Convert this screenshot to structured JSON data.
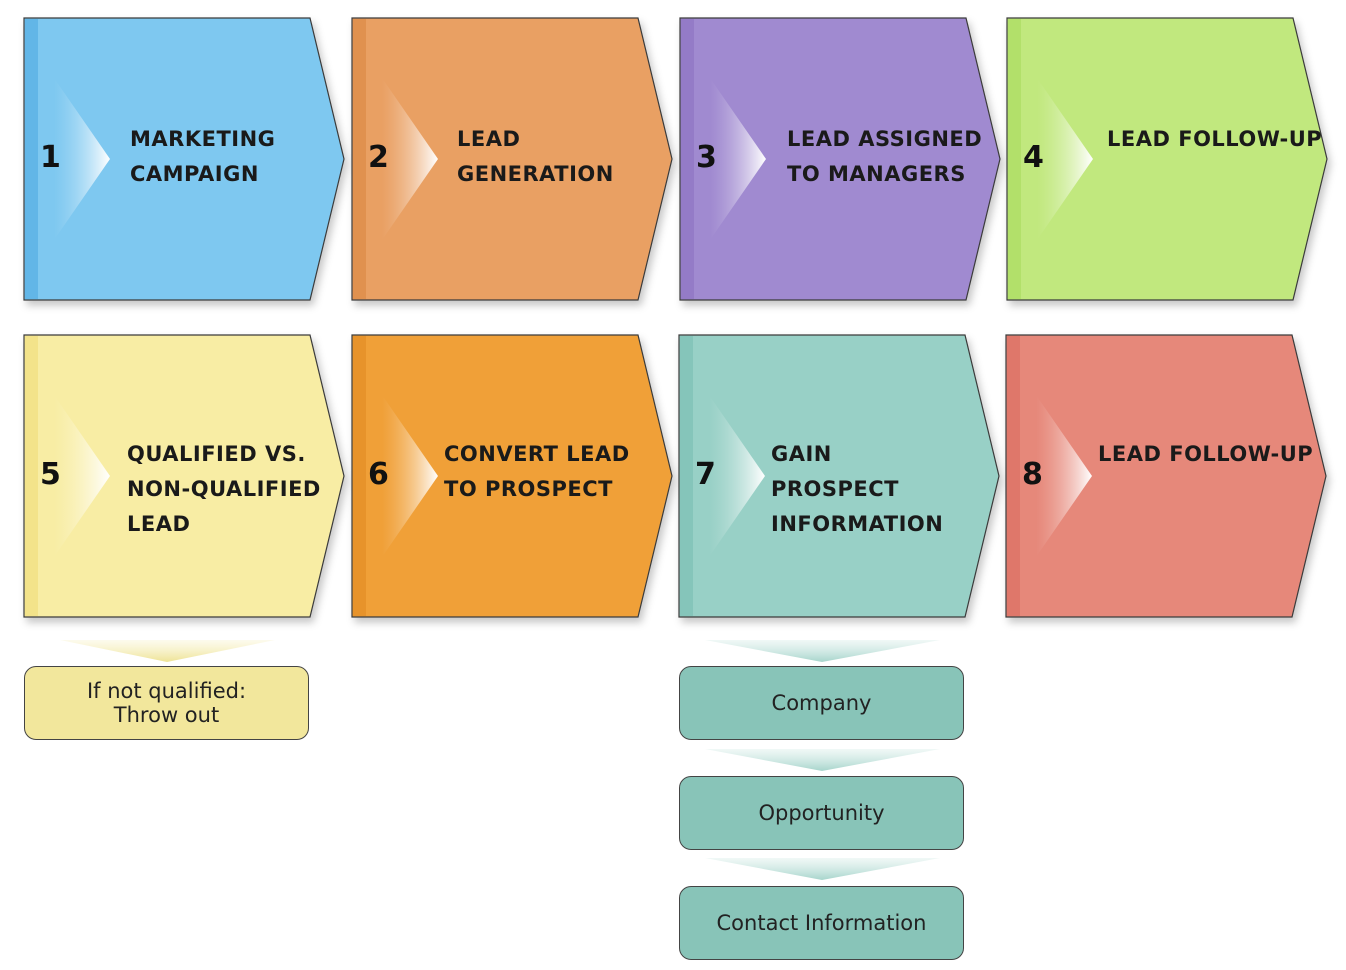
{
  "steps": [
    {
      "num": "1",
      "lines": [
        "MARKETING",
        "CAMPAIGN"
      ],
      "color": "#7ec8f0",
      "edge": "#4aa7e0"
    },
    {
      "num": "2",
      "lines": [
        "LEAD",
        "GENERATION"
      ],
      "color": "#e9a064",
      "edge": "#d98540"
    },
    {
      "num": "3",
      "lines": [
        "LEAD ASSIGNED",
        "TO MANAGERS"
      ],
      "color": "#a08ad0",
      "edge": "#8a70c0"
    },
    {
      "num": "4",
      "lines": [
        "LEAD FOLLOW-UP"
      ],
      "color": "#c1e87e",
      "edge": "#a6d85a"
    },
    {
      "num": "5",
      "lines": [
        "QUALIFIED VS.",
        "NON-QUALIFIED",
        "LEAD"
      ],
      "color": "#f8eda4",
      "edge": "#eedb74"
    },
    {
      "num": "6",
      "lines": [
        "CONVERT LEAD",
        "TO PROSPECT"
      ],
      "color": "#f0a038",
      "edge": "#e08820"
    },
    {
      "num": "7",
      "lines": [
        "GAIN",
        "PROSPECT",
        "INFORMATION"
      ],
      "color": "#98d0c6",
      "edge": "#76bcb0"
    },
    {
      "num": "8",
      "lines": [
        "LEAD FOLLOW-UP"
      ],
      "color": "#e6887a",
      "edge": "#d86a5c"
    }
  ],
  "qualify_note": {
    "lines": [
      "If not qualified:",
      "Throw out"
    ],
    "color": "#f2e79c"
  },
  "prospect_info": {
    "items": [
      "Company",
      "Opportunity",
      "Contact Information"
    ],
    "color": "#88c4b8"
  }
}
